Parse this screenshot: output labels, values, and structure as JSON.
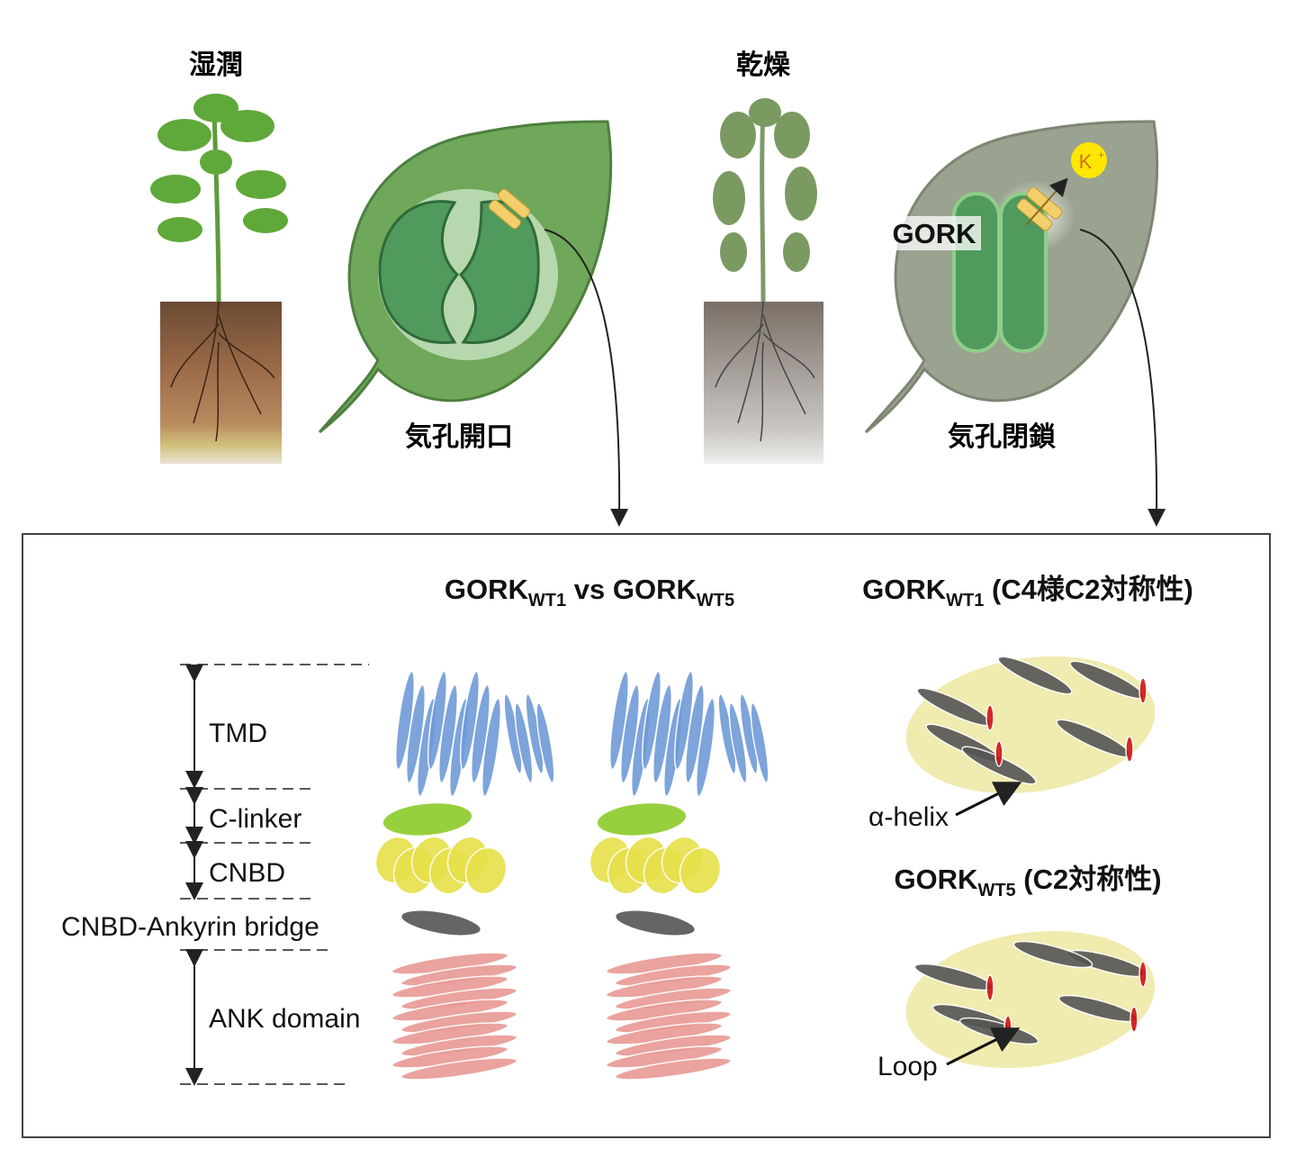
{
  "top": {
    "wet_label": "湿潤",
    "dry_label": "乾燥",
    "stomata_open_label": "気孔開口",
    "stomata_closed_label": "気孔閉鎖",
    "channel_label": "GORK",
    "ion_label": "K",
    "ion_charge": "+"
  },
  "bottom": {
    "compare_title": {
      "a": "GORK",
      "a_sub": "WT1",
      "mid": " vs ",
      "b": "GORK",
      "b_sub": "WT5"
    },
    "wt1_title": {
      "main": "GORK",
      "sub": "WT1",
      "rest": " (C4様C2対称性)"
    },
    "wt5_title": {
      "main": "GORK",
      "sub": "WT5",
      "rest": " (C2対称性)"
    },
    "domains": [
      "TMD",
      "C-linker",
      "CNBD",
      "CNBD-Ankyrin bridge",
      "ANK domain"
    ],
    "helix_label": "α-helix",
    "loop_label": "Loop"
  },
  "colors": {
    "tmd": "#6f9bd8",
    "clinker": "#8ccc2a",
    "cnbd": "#e6e04a",
    "bridge": "#555555",
    "ank": "#e89a94",
    "leaf_wet": "#6fa85a",
    "leaf_dry": "#9aa38f",
    "guard": "#4f9a5c",
    "channel": "#f2cf6a",
    "ion": "#ffe600",
    "highlight": "#d01515"
  }
}
